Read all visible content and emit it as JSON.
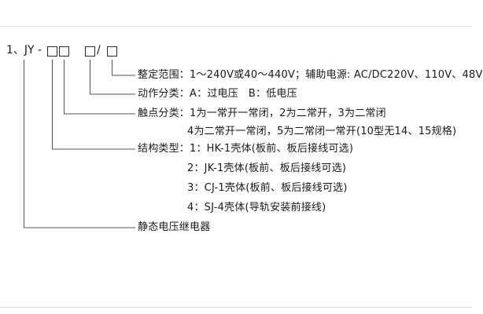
{
  "diagram": {
    "model": {
      "prefix": "1、JY - ",
      "slash": "/"
    },
    "branches": {
      "range": "整定范围：1～240V或40～440V；辅助电源: AC/DC220V、110V、48V",
      "action": "动作分类：A：过电压   B：低电压",
      "contact_line1": "触点分类：1为一常开一常闭，2为二常开，3为二常闭",
      "contact_line2": "4为二常开一常闭，5为二常闭一常开(10型无14、15规格)",
      "structure_line1": "结构类型：1：HK-1壳体(板前、板后接线可选)",
      "structure_line2": "2：JK-1壳体(板前、板后接线可选)",
      "structure_line3": "3：CJ-1壳体(板前、板后接线可选)",
      "structure_line4": "4：SJ-4壳体(导轨安装前接线)",
      "device_name": "静态电压继电器"
    },
    "colors": {
      "line": "#555555",
      "text": "#1a1a1a",
      "background": "#ffffff"
    }
  }
}
